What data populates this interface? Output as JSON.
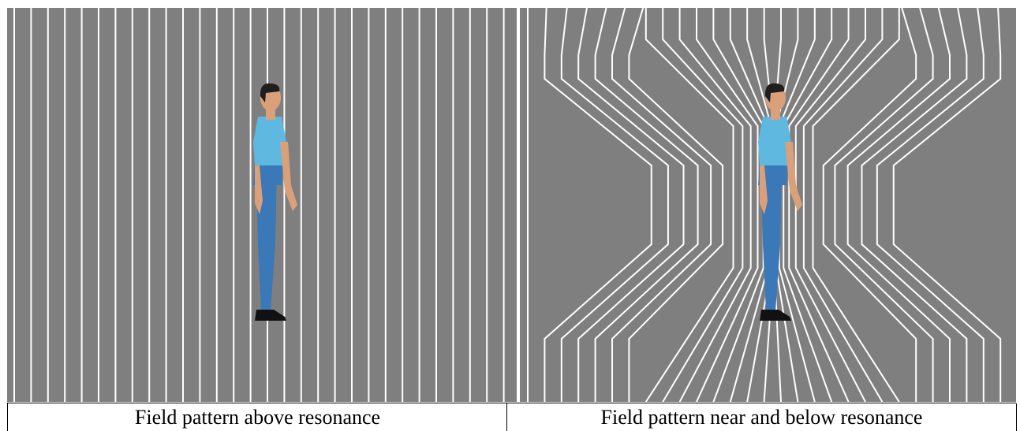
{
  "panels": [
    {
      "id": "above",
      "caption": "Field pattern above resonance",
      "field_lines": "straight",
      "figure": "standing-man"
    },
    {
      "id": "near-below",
      "caption": "Field pattern near and below resonance",
      "field_lines": "converging-on-body",
      "figure": "standing-man"
    }
  ],
  "colors": {
    "background": "#7f7f7f",
    "field_line": "#ffffff",
    "shirt": "#5fb8e0",
    "pants": "#3a78b8",
    "skin": "#d9a07a",
    "hair": "#1e1e1e",
    "shoes": "#111111"
  }
}
